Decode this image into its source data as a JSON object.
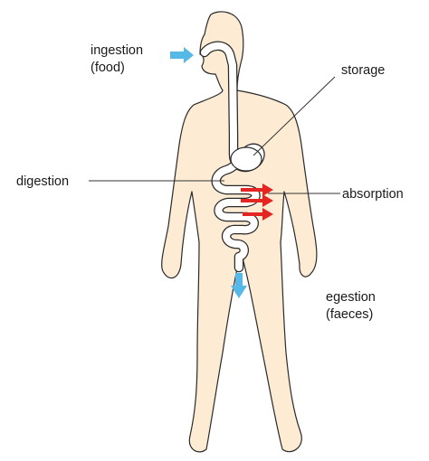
{
  "labels": {
    "ingestion_line1": "ingestion",
    "ingestion_line2": "(food)",
    "storage": "storage",
    "digestion": "digestion",
    "absorption": "absorption",
    "egestion_line1": "egestion",
    "egestion_line2": "(faeces)"
  },
  "colors": {
    "body_fill": "#fdebd3",
    "outline": "#2a2a2a",
    "gut_fill": "#ffffff",
    "arrow_blue": "#56b8e6",
    "arrow_red": "#e52521",
    "leader_line": "#333333"
  }
}
